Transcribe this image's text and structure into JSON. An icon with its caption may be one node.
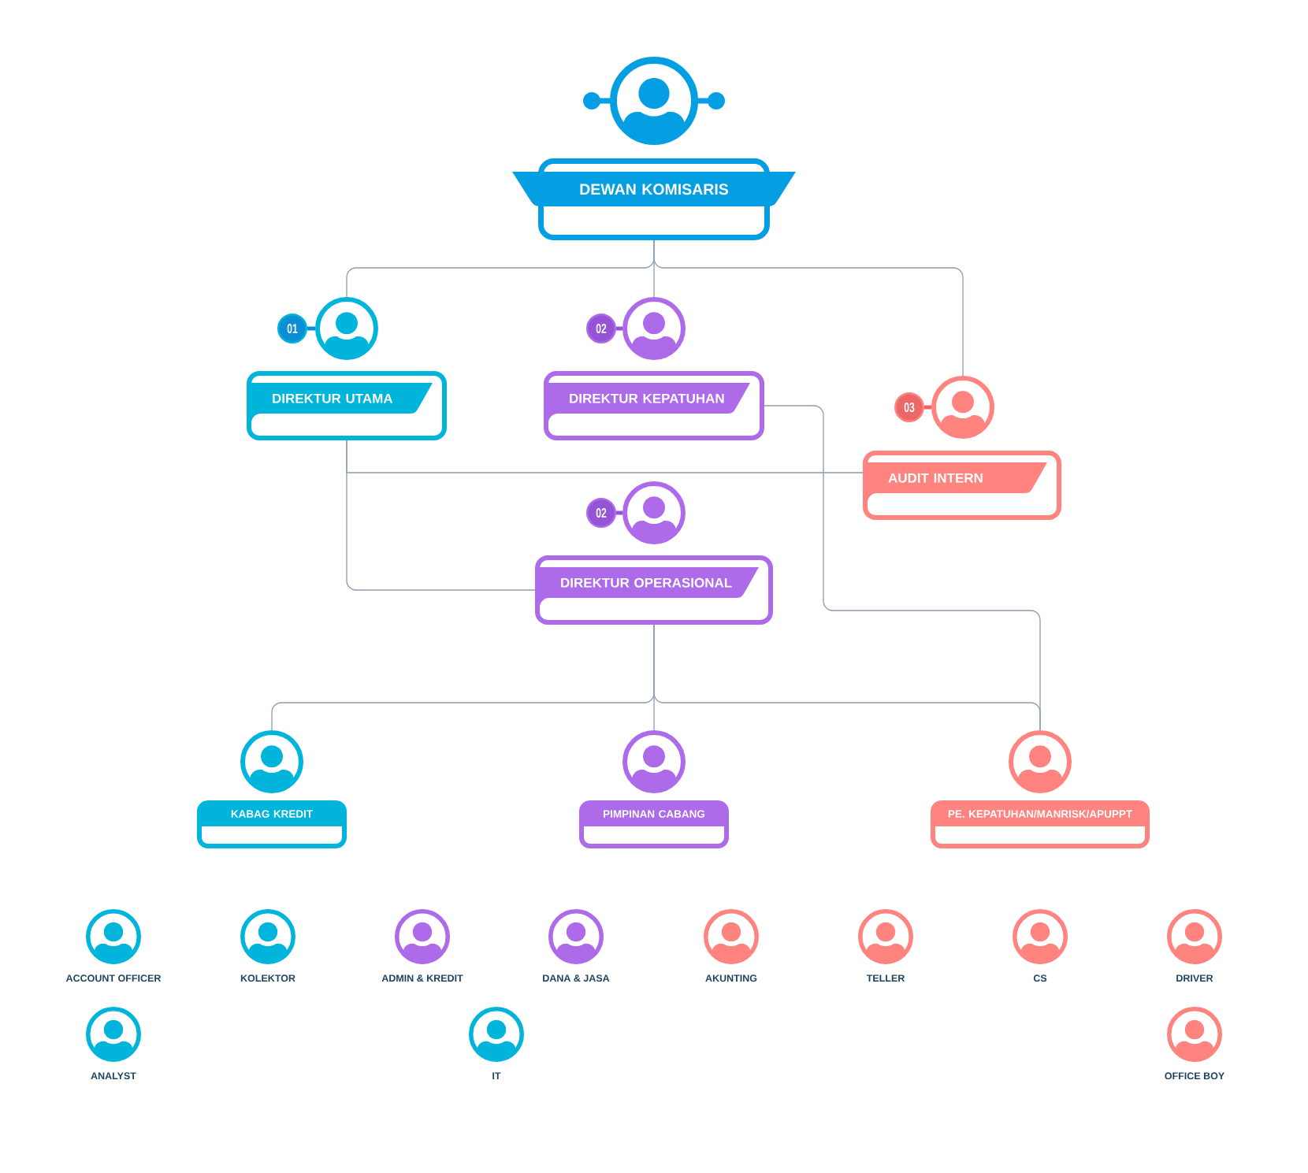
{
  "diagram": {
    "nodes": [
      {
        "text": [],
        "shape": "person"
      },
      {
        "text": [
          "DEWAN KOMISARIS"
        ]
      },
      {
        "text": [
          "01"
        ]
      },
      {
        "text": [],
        "shape": "person"
      },
      {
        "text": [
          "DIREKTUR UTAMA"
        ]
      },
      {
        "text": [
          "02"
        ]
      },
      {
        "text": [],
        "shape": "person"
      },
      {
        "text": [
          "DIREKTUR KEPATUHAN"
        ]
      },
      {
        "text": [
          "03"
        ]
      },
      {
        "text": [],
        "shape": "person"
      },
      {
        "text": [
          "AUDIT INTERN"
        ]
      },
      {
        "text": [
          "02"
        ]
      },
      {
        "text": [],
        "shape": "person"
      },
      {
        "text": [
          "DIREKTUR OPERASIONAL"
        ]
      },
      {
        "text": [],
        "shape": "person"
      },
      {
        "text": [
          "KABAG KREDIT"
        ]
      },
      {
        "text": [],
        "shape": "person"
      },
      {
        "text": [
          "PIMPINAN CABANG"
        ]
      },
      {
        "text": [],
        "shape": "person"
      },
      {
        "text": [
          "PE. KEPATUHAN/MANRISK/APUPPT"
        ]
      },
      {
        "text": [
          "ACCOUNT OFFICER"
        ]
      },
      {
        "text": [
          "KOLEKTOR"
        ]
      },
      {
        "text": [
          "ADMIN & KREDIT"
        ]
      },
      {
        "text": [
          "DANA & JASA"
        ]
      },
      {
        "text": [
          "AKUNTING"
        ]
      },
      {
        "text": [
          "TELLER"
        ]
      },
      {
        "text": [
          "CS"
        ]
      },
      {
        "text": [
          "DRIVER"
        ]
      },
      {
        "text": [
          "ANALYST"
        ]
      },
      {
        "text": [
          "IT"
        ]
      },
      {
        "text": [
          "OFFICE BOY"
        ]
      }
    ],
    "edges": [
      {
        "from": 1,
        "to": 3,
        "arrow": "none"
      },
      {
        "from": 1,
        "to": 6,
        "arrow": "none"
      },
      {
        "from": 1,
        "to": 9,
        "arrow": "none"
      },
      {
        "from": 4,
        "to": 13,
        "arrow": "none"
      },
      {
        "from": 4,
        "to": 10,
        "arrow": "none"
      },
      {
        "from": 7,
        "to": 18,
        "arrow": "none"
      },
      {
        "from": 13,
        "to": 14,
        "arrow": "none"
      },
      {
        "from": 13,
        "to": 16,
        "arrow": "none"
      },
      {
        "from": 13,
        "to": 18,
        "arrow": "none"
      },
      {
        "from": 2,
        "to": 3,
        "arrow": "none",
        "style": "thick",
        "color": "#0b8ed4"
      },
      {
        "from": 5,
        "to": 6,
        "arrow": "none",
        "style": "thick",
        "color": "#9554d6"
      },
      {
        "from": 8,
        "to": 9,
        "arrow": "none",
        "style": "thick",
        "color": "#ec6767"
      },
      {
        "from": 11,
        "to": 12,
        "arrow": "none",
        "style": "thick",
        "color": "#9554d6"
      }
    ]
  }
}
